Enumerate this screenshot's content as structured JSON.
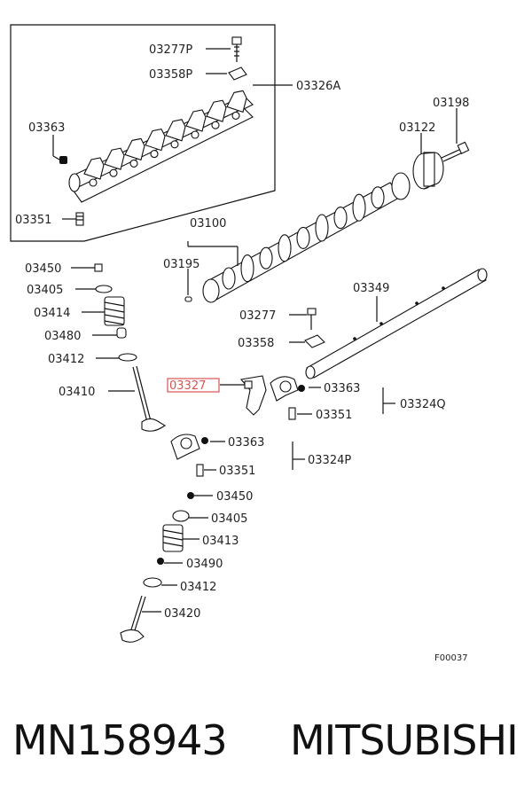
{
  "diagram": {
    "labels": {
      "p03277P": "03277P",
      "p03358P": "03358P",
      "p03326A": "03326A",
      "p03363_top": "03363",
      "p03351_top": "03351",
      "p03198": "03198",
      "p03122": "03122",
      "p03100": "03100",
      "p03195": "03195",
      "p03349": "03349",
      "p03277": "03277",
      "p03358": "03358",
      "p03450_l": "03450",
      "p03405_l": "03405",
      "p03414": "03414",
      "p03480": "03480",
      "p03412_l": "03412",
      "p03410": "03410",
      "p03327": "03327",
      "p03363_m": "03363",
      "p03351_m": "03351",
      "p03324Q": "03324Q",
      "p03363_b": "03363",
      "p03351_b": "03351",
      "p03324P": "03324P",
      "p03450_b": "03450",
      "p03405_b": "03405",
      "p03413": "03413",
      "p03490": "03490",
      "p03412_b": "03412",
      "p03420": "03420",
      "figure_code": "F00037"
    },
    "highlight_color": "#d9534f"
  },
  "caption": {
    "part_number": "MN158943",
    "brand": "MITSUBISHI"
  }
}
